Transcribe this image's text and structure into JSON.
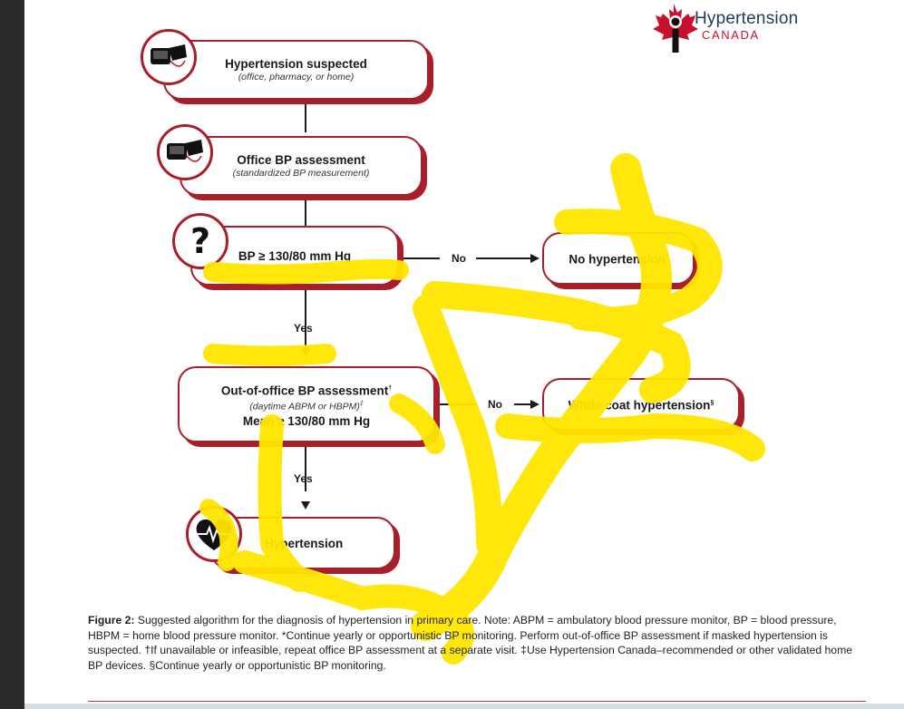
{
  "logo": {
    "title": "Hypertension",
    "subtitle": "CANADA"
  },
  "nodes": {
    "suspected": {
      "title": "Hypertension suspected",
      "subtitle": "(office, pharmacy, or home)",
      "icon": "bp-monitor-icon"
    },
    "office": {
      "title": "Office BP assessment",
      "subtitle": "(standardized BP measurement)",
      "icon": "bp-monitor-icon"
    },
    "threshold": {
      "title": "BP ≥ 130/80 mm Hg",
      "icon": "question-mark-icon"
    },
    "no_htn": {
      "title": "No hypertension",
      "mark": "*"
    },
    "out_of_office": {
      "title": "Out-of-office BP assessment",
      "title_mark": "†",
      "subtitle": "(daytime ABPM or HBPM)",
      "subtitle_mark": "‡",
      "line2": "Mean ≥ 130/80 mm Hg"
    },
    "white_coat": {
      "title": "White coat hypertension",
      "mark": "§"
    },
    "hypertension": {
      "title": "Hypertension",
      "icon": "heart-pulse-icon"
    }
  },
  "edges": {
    "no1": "No",
    "yes1": "Yes",
    "no2": "No",
    "yes2": "Yes"
  },
  "caption": {
    "label": "Figure 2:",
    "text": " Suggested algorithm for the diagnosis of hypertension in primary care. Note: ABPM = ambulatory blood pressure monitor, BP = blood pressure, HBPM = home blood pressure monitor. *Continue yearly or opportunistic BP monitoring. Perform out-of-office BP assessment if masked hypertension is suspected. †If unavailable or infeasible, repeat office BP assessment at a separate visit. ‡Use Hypertension Canada–recommended or other validated home BP devices. §Continue yearly or opportunistic BP monitoring."
  },
  "colors": {
    "accent": "#a81e2a",
    "highlight": "#ffe600",
    "logo_text": "#1f3a5a",
    "logo_red": "#c8102e"
  }
}
